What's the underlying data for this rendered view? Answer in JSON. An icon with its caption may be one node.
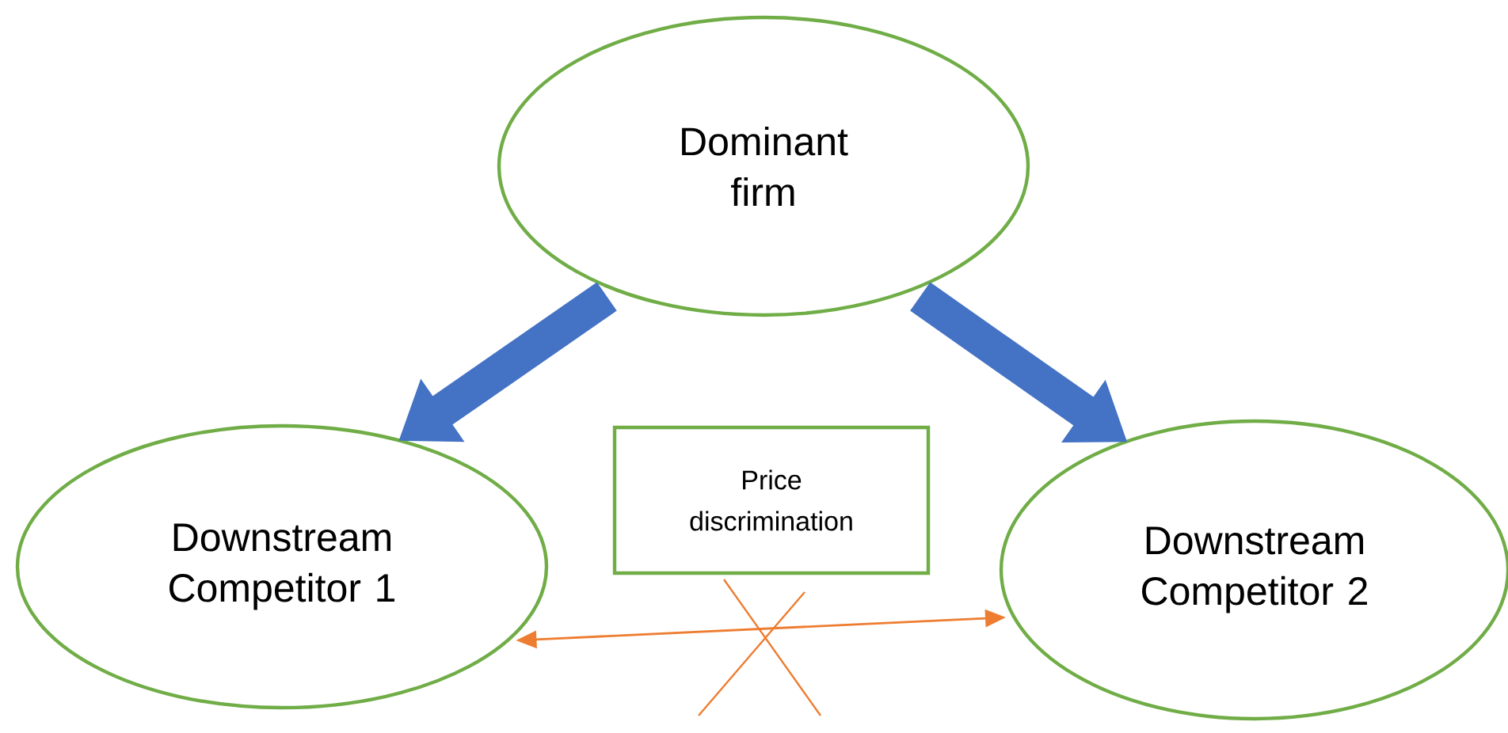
{
  "diagram": {
    "nodes": [
      {
        "text": [
          "Dominant firm"
        ]
      },
      {
        "text": [
          "Downstream Competitor 1"
        ]
      },
      {
        "text": [
          "Downstream Competitor 2"
        ]
      },
      {
        "text": [
          "Price discrimination"
        ]
      }
    ],
    "edges": [
      {
        "from": 0,
        "to": 1,
        "arrow": "to"
      },
      {
        "from": 0,
        "to": 2,
        "arrow": "to"
      },
      {
        "from": 1,
        "to": 2,
        "arrow": "both",
        "color": "#ed7d31"
      }
    ]
  }
}
